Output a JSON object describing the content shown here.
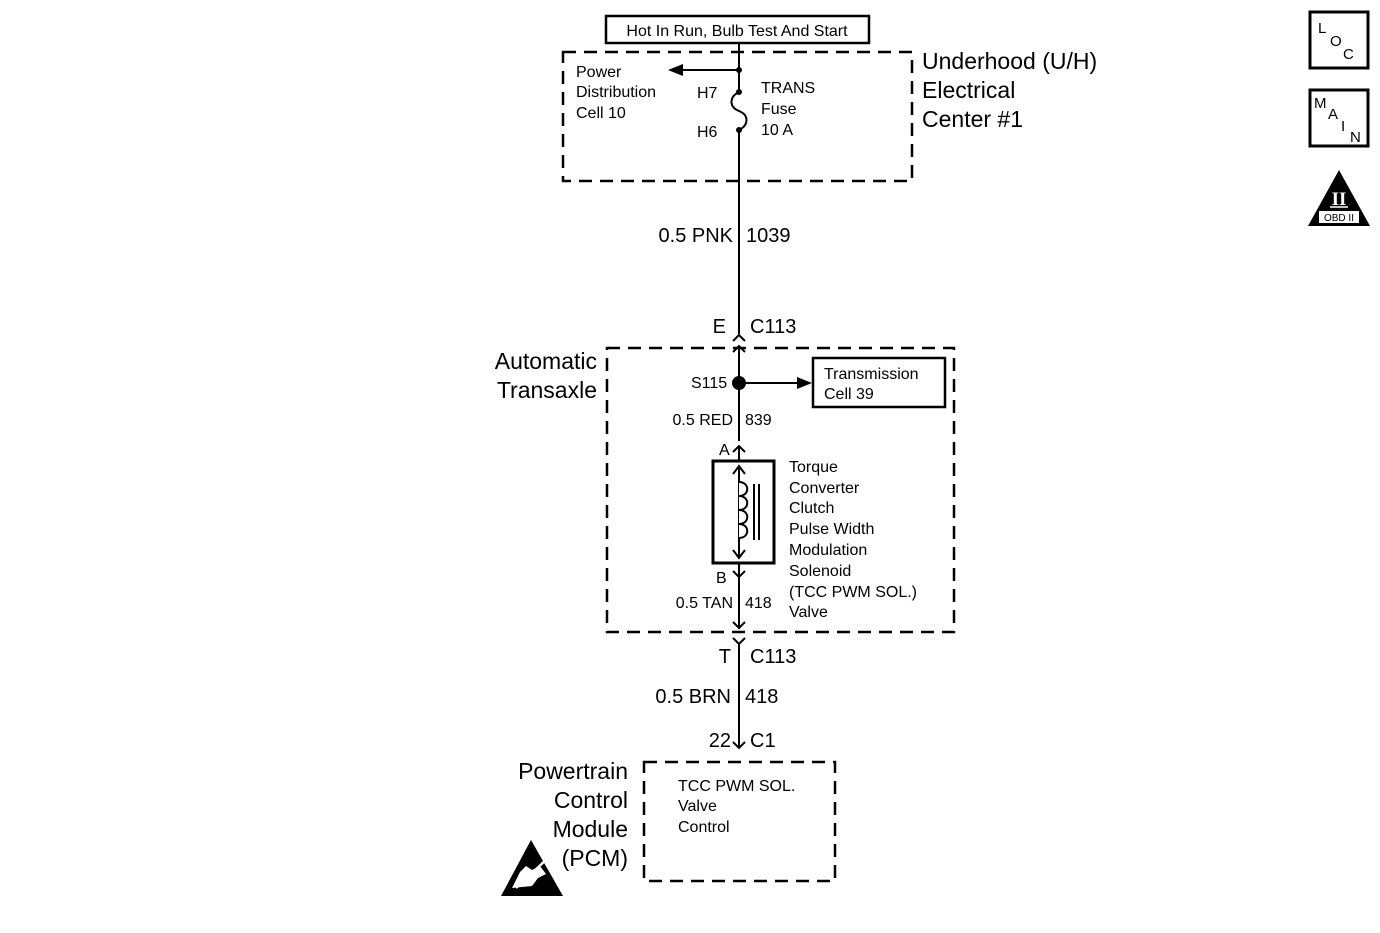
{
  "power_source": {
    "label": "Hot In Run, Bulb Test And Start"
  },
  "fuse_block": {
    "name_lines": [
      "Underhood (U/H)",
      "Electrical",
      "Center #1"
    ],
    "power_dist_lines": [
      "Power",
      "Distribution",
      "Cell 10"
    ],
    "fuse_lines": [
      "TRANS",
      "Fuse",
      "10 A"
    ],
    "pin_top": "H7",
    "pin_bottom": "H6"
  },
  "wires": {
    "w1": {
      "gauge_color": "0.5 PNK",
      "circuit": "1039"
    },
    "w2": {
      "gauge_color": "0.5 RED",
      "circuit": "839"
    },
    "w3": {
      "gauge_color": "0.5 TAN",
      "circuit": "418"
    },
    "w4": {
      "gauge_color": "0.5 BRN",
      "circuit": "418"
    }
  },
  "connectors": {
    "c113_top": {
      "pin": "E",
      "name": "C113"
    },
    "c113_bottom": {
      "pin": "T",
      "name": "C113"
    },
    "pcm_c1": {
      "pin": "22",
      "name": "C1"
    },
    "solenoid_a": "A",
    "solenoid_b": "B"
  },
  "transaxle": {
    "name_lines": [
      "Automatic",
      "Transaxle"
    ],
    "splice": "S115",
    "ref_box_lines": [
      "Transmission",
      "Cell 39"
    ],
    "solenoid_lines": [
      "Torque",
      "Converter",
      "Clutch",
      "Pulse Width",
      "Modulation",
      "Solenoid",
      "(TCC PWM SOL.)",
      "Valve"
    ]
  },
  "pcm": {
    "name_lines": [
      "Powertrain",
      "Control",
      "Module",
      "(PCM)"
    ],
    "inner_lines": [
      "TCC PWM SOL.",
      "Valve",
      "Control"
    ]
  },
  "side_icons": {
    "loc": [
      "L",
      "O",
      "C"
    ],
    "main": [
      "M",
      "A",
      "I",
      "N"
    ],
    "obd_numeral": "II",
    "obd_label": "OBD II"
  },
  "esd_icon": "esd-warning-icon"
}
